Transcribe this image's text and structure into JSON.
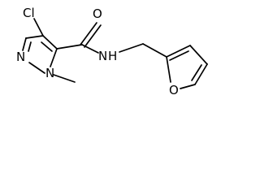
{
  "molecule": {
    "atoms": {
      "chlorine": "Cl",
      "oxygen_carbonyl": "O",
      "nitrogen_ring_left": "N",
      "nitrogen_ring_methyl": "N",
      "nitrogen_amide": "N",
      "hydrogen_amide": "H",
      "oxygen_furan": "O"
    }
  },
  "colors": {
    "bond": "#000000",
    "background": "#ffffff"
  }
}
